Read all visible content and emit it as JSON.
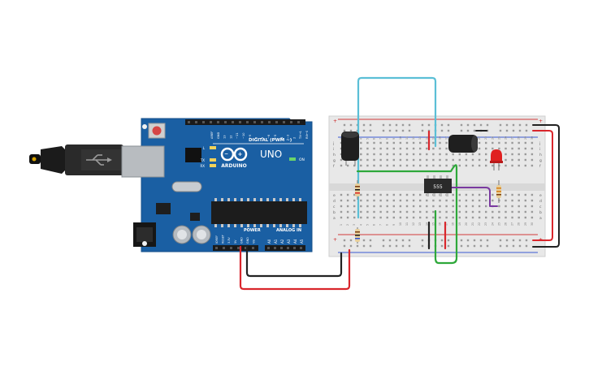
{
  "board": {
    "brand_label": "ARDUINO",
    "model_label": "UNO",
    "digital_label": "DIGITAL (PWM ~)",
    "power_label": "POWER",
    "analog_label": "ANALOG IN",
    "on_label": "ON",
    "l_label": "L",
    "tx_label": "TX",
    "rx_label": "RX",
    "aref_label": "AREF",
    "gnd_label": "GND",
    "digital_pins": [
      "13",
      "12",
      "~11",
      "~10",
      "~9",
      "8",
      "7",
      "~6",
      "~5",
      "4",
      "~3",
      "2",
      "TX→1",
      "RX←0"
    ],
    "power_pins": [
      "IOREF",
      "RESET",
      "3.3V",
      "5V",
      "GND",
      "GND",
      "Vin"
    ],
    "analog_pins": [
      "A0",
      "A1",
      "A2",
      "A3",
      "A4",
      "A5"
    ]
  },
  "breadboard": {
    "row_letters_top": [
      "j",
      "i",
      "h",
      "g",
      "f"
    ],
    "row_letters_bottom": [
      "e",
      "d",
      "c",
      "b",
      "a"
    ],
    "plus_label": "+",
    "minus_label": "-"
  },
  "chip": {
    "label": "555"
  },
  "colors": {
    "board_blue": "#1a5fa3",
    "breadboard": "#e8e8e8",
    "wire_red": "#d9262c",
    "wire_black": "#222222",
    "wire_green": "#2ea83a",
    "wire_cyan": "#5bbfd6",
    "wire_purple": "#7a3aa0",
    "led_red": "#e02020"
  }
}
